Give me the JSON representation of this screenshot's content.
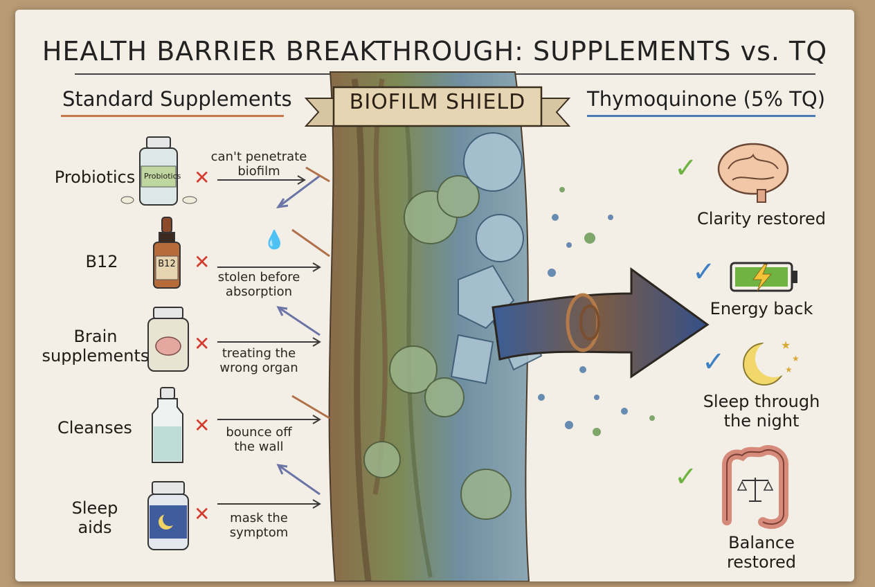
{
  "title": "HEALTH BARRIER BREAKTHROUGH: SUPPLEMENTS vs. TQ",
  "left_heading": "Standard Supplements",
  "right_heading": "Thymoquinone (5% TQ)",
  "banner": "BIOFILM SHIELD",
  "supplements": [
    {
      "label": "Probiotics",
      "bottle_label": "Probiotics",
      "note": [
        "can't penetrate",
        "biofilm"
      ],
      "icon": "probiotic-bottle-icon"
    },
    {
      "label": "B12",
      "bottle_label": "B12",
      "note": [
        "stolen before",
        "absorption"
      ],
      "icon": "dropper-bottle-icon"
    },
    {
      "label": [
        "Brain",
        "supplements"
      ],
      "note": [
        "treating the",
        "wrong organ"
      ],
      "icon": "brain-supplement-jar-icon"
    },
    {
      "label": "Cleanses",
      "note": [
        "bounce off",
        "the wall"
      ],
      "icon": "cleanse-bottle-icon"
    },
    {
      "label": [
        "Sleep",
        "aids"
      ],
      "note": [
        "mask the",
        "symptom"
      ],
      "icon": "sleep-aid-jar-icon"
    }
  ],
  "benefits": [
    {
      "label": [
        "Clarity restored"
      ],
      "icon": "brain-icon",
      "check_color": "#6fb342"
    },
    {
      "label": [
        "Energy back"
      ],
      "icon": "battery-icon",
      "check_color": "#3f7fc4"
    },
    {
      "label": [
        "Sleep through",
        "the night"
      ],
      "icon": "moon-stars-icon",
      "check_color": "#3f7fc4"
    },
    {
      "label": [
        "Balance restored"
      ],
      "icon": "gut-balance-icon",
      "check_color": "#6fb342"
    }
  ],
  "colors": {
    "x_mark": "#d23b2e",
    "check_green": "#6fb342",
    "check_blue": "#3f7fc4",
    "left_underline": "#c4784a",
    "right_underline": "#4d7bb8",
    "tq_arrow": "#3e5f95"
  }
}
